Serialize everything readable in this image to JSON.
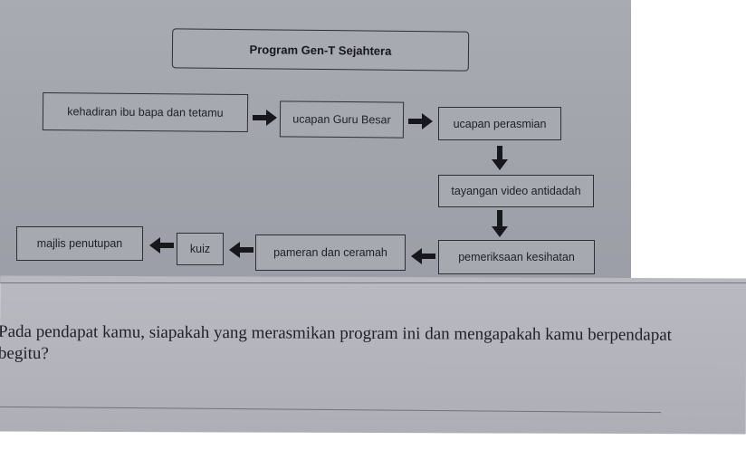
{
  "diagram": {
    "title": "Program Gen-T Sejahtera",
    "steps": [
      "kehadiran ibu bapa dan tetamu",
      "ucapan Guru Besar",
      "ucapan perasmian",
      "tayangan video antidadah",
      "pemeriksaan kesihatan",
      "pameran dan ceramah",
      "kuiz",
      "majlis penutupan"
    ]
  },
  "question": {
    "line1": "Pada pendapat kamu, siapakah yang merasmikan program ini dan mengapakah kamu berpendapat",
    "line2": "begitu?"
  }
}
